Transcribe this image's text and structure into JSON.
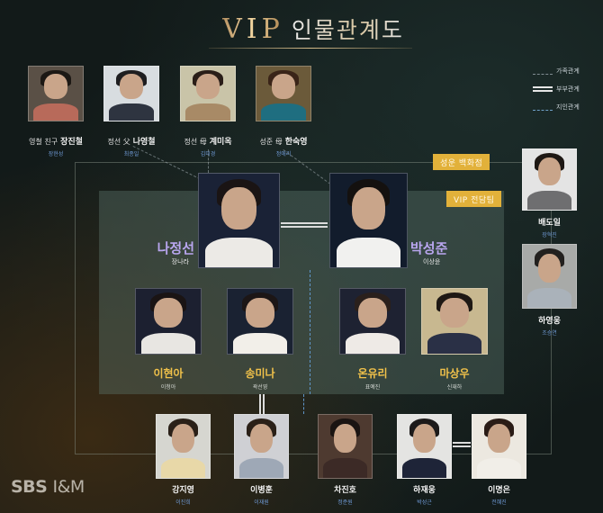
{
  "title": {
    "prefix": "VIP",
    "main": "인물관계도"
  },
  "legend": {
    "family": "가족관계",
    "marriage": "부부관계",
    "acquaintance": "지인관계"
  },
  "groups": {
    "department_store": "성운 백화점",
    "vip_team": "VIP 전담팀"
  },
  "top_row": [
    {
      "relation": "영철 친구",
      "name": "장진철",
      "actor": "장현성",
      "colors": {
        "bg": "#5a5046",
        "hair": "#1c1814",
        "body": "#b86a5a"
      }
    },
    {
      "relation": "정선 父",
      "name": "나영철",
      "actor": "최종일",
      "colors": {
        "bg": "#d8dde0",
        "hair": "#1e1e20",
        "body": "#2e3440"
      }
    },
    {
      "relation": "정선 母",
      "name": "계미옥",
      "actor": "김미경",
      "colors": {
        "bg": "#c9c4a8",
        "hair": "#2a1e18",
        "body": "#a88a66"
      }
    },
    {
      "relation": "성준 母",
      "name": "한숙영",
      "actor": "정애리",
      "colors": {
        "bg": "#6b5a3a",
        "hair": "#3a2418",
        "body": "#1f6e80"
      }
    }
  ],
  "leads": [
    {
      "name": "나정선",
      "actor": "장나라",
      "colors": {
        "bg": "#1a2236",
        "hair": "#1a1414",
        "body": "#eceae6"
      }
    },
    {
      "name": "박성준",
      "actor": "이상윤",
      "colors": {
        "bg": "#121c2c",
        "hair": "#14110f",
        "body": "#f1f1ef"
      }
    }
  ],
  "team": [
    {
      "name": "이현아",
      "actor": "이청아",
      "colors": {
        "bg": "#1c2030",
        "hair": "#1a1414",
        "body": "#e8e6e2"
      }
    },
    {
      "name": "송미나",
      "actor": "곽선영",
      "colors": {
        "bg": "#1a2232",
        "hair": "#1c1616",
        "body": "#f2efe9"
      }
    },
    {
      "name": "온유리",
      "actor": "표예진",
      "colors": {
        "bg": "#1e2232",
        "hair": "#2a201c",
        "body": "#eeeae6"
      }
    },
    {
      "name": "마상우",
      "actor": "신재하",
      "colors": {
        "bg": "#c8b890",
        "hair": "#1e1814",
        "body": "#2a3046"
      }
    }
  ],
  "right_column": [
    {
      "name": "배도일",
      "actor": "장혁진",
      "colors": {
        "bg": "#e4e4e4",
        "hair": "#1e1814",
        "body": "#6e6e70"
      }
    },
    {
      "name": "하영웅",
      "actor": "조승연",
      "colors": {
        "bg": "#a8aaa8",
        "hair": "#22201e",
        "body": "#aab2ba"
      }
    }
  ],
  "bottom_row": [
    {
      "name": "강지영",
      "actor": "이진희",
      "colors": {
        "bg": "#d6d6d0",
        "hair": "#2a2018",
        "body": "#e8d8a8"
      }
    },
    {
      "name": "이병훈",
      "actor": "이재원",
      "colors": {
        "bg": "#cfd0d4",
        "hair": "#2a2018",
        "body": "#9ea8b6"
      }
    },
    {
      "name": "차진호",
      "actor": "정준원",
      "colors": {
        "bg": "#4e3a30",
        "hair": "#1a1412",
        "body": "#3c2a26"
      }
    },
    {
      "name": "하재웅",
      "actor": "박성근",
      "colors": {
        "bg": "#e4e4e2",
        "hair": "#1c1a1a",
        "body": "#1e2438"
      }
    },
    {
      "name": "이명은",
      "actor": "전혜진",
      "colors": {
        "bg": "#ece8e0",
        "hair": "#2a1c16",
        "body": "#f1eee8"
      }
    }
  ],
  "logo": {
    "brand": "SBS",
    "sub": "I&M"
  }
}
